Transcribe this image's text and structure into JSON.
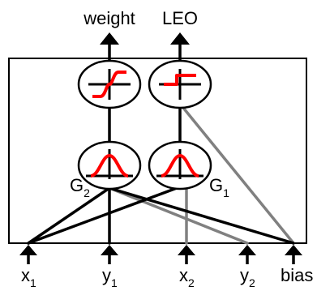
{
  "outputs": [
    {
      "id": "weight",
      "label": "weight"
    },
    {
      "id": "leo",
      "label": "LEO"
    }
  ],
  "hidden_units": [
    {
      "id": "g2",
      "label_base": "G",
      "label_sub": "2",
      "activation": "gaussian"
    },
    {
      "id": "g1",
      "label_base": "G",
      "label_sub": "1",
      "activation": "gaussian"
    }
  ],
  "output_units": [
    {
      "id": "sig",
      "activation": "sigmoid",
      "feeds": "weight"
    },
    {
      "id": "step",
      "activation": "step",
      "feeds": "leo"
    }
  ],
  "inputs": [
    {
      "id": "x1",
      "label_base": "x",
      "label_sub": "1"
    },
    {
      "id": "y1",
      "label_base": "y",
      "label_sub": "1"
    },
    {
      "id": "x2",
      "label_base": "x",
      "label_sub": "2"
    },
    {
      "id": "y2",
      "label_base": "y",
      "label_sub": "2"
    },
    {
      "id": "bias",
      "label_base": "bias",
      "label_sub": ""
    }
  ],
  "colors": {
    "strong_connection": "#000000",
    "weak_connection": "#808080",
    "activation_curve": "#ff0000"
  }
}
